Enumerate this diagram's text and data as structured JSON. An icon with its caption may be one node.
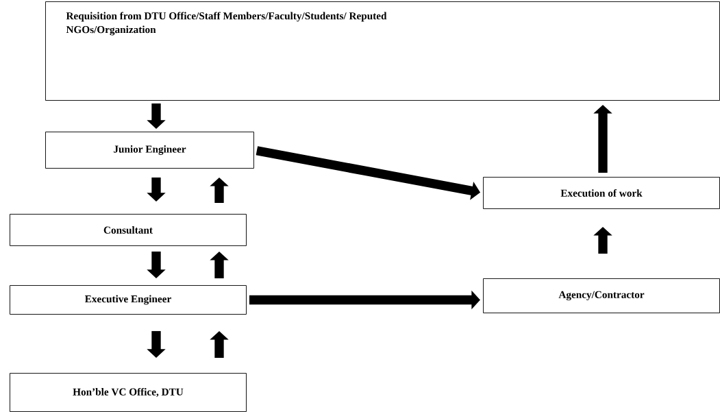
{
  "diagram": {
    "nodes": [
      {
        "text": [
          "Requisition from DTU Office/Staff Members/Faculty/Students/ Reputed NGOs/Organization"
        ]
      },
      {
        "text": [
          "Junior Engineer"
        ]
      },
      {
        "text": [
          "Consultant"
        ]
      },
      {
        "text": [
          "Executive Engineer"
        ]
      },
      {
        "text": [
          "Hon’ble VC Office, DTU"
        ]
      },
      {
        "text": [
          "Execution of work"
        ]
      },
      {
        "text": [
          "Agency/Contractor"
        ]
      }
    ],
    "edges": [
      {
        "from": 0,
        "to": 1,
        "arrow": "to"
      },
      {
        "from": 1,
        "to": 2,
        "arrow": "to"
      },
      {
        "from": 2,
        "to": 1,
        "arrow": "to"
      },
      {
        "from": 2,
        "to": 3,
        "arrow": "to"
      },
      {
        "from": 3,
        "to": 2,
        "arrow": "to"
      },
      {
        "from": 3,
        "to": 4,
        "arrow": "to"
      },
      {
        "from": 4,
        "to": 3,
        "arrow": "to"
      },
      {
        "from": 1,
        "to": 5,
        "arrow": "to"
      },
      {
        "from": 3,
        "to": 6,
        "arrow": "to"
      },
      {
        "from": 6,
        "to": 5,
        "arrow": "to"
      },
      {
        "from": 5,
        "to": 0,
        "arrow": "to"
      }
    ]
  }
}
